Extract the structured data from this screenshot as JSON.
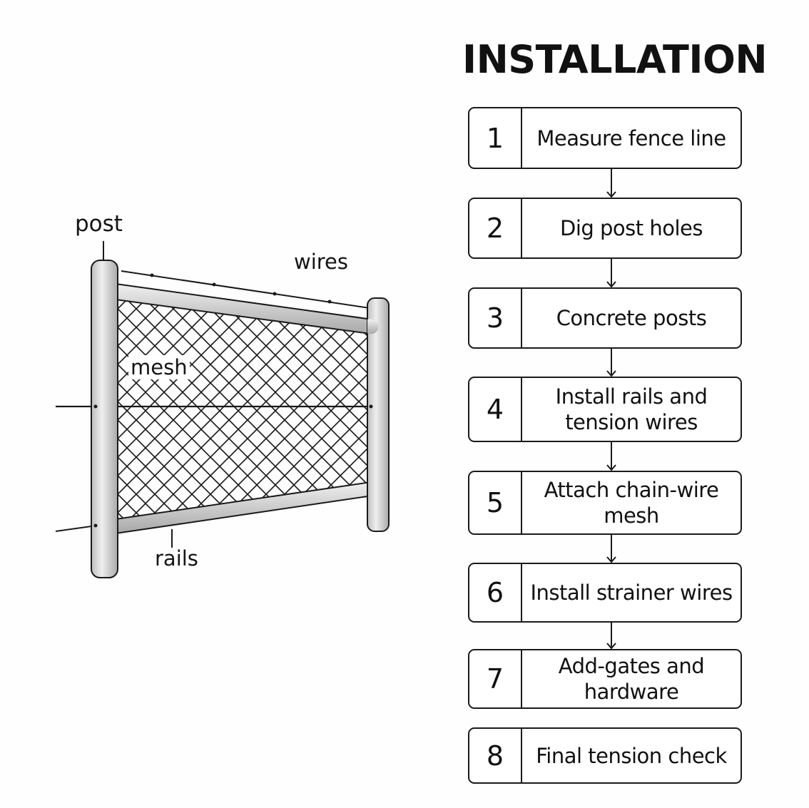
{
  "title": "INSTALLATION",
  "diagram_labels": {
    "post": "post",
    "wires": "wires",
    "mesh": "mesh",
    "rails": "rails"
  },
  "colors": {
    "stroke": "#1a1a1a",
    "post_fill": "#d8d8d8"
  },
  "steps": [
    {
      "number": "1",
      "label": "Measure fence line"
    },
    {
      "number": "2",
      "label": "Dig post holes"
    },
    {
      "number": "3",
      "label": "Concrete posts"
    },
    {
      "number": "4",
      "label": "Install rails and tension wires"
    },
    {
      "number": "5",
      "label": "Attach chain-wire mesh"
    },
    {
      "number": "6",
      "label": "Install strainer wires"
    },
    {
      "number": "7",
      "label": "Add-gates and hardware"
    },
    {
      "number": "8",
      "label": "Final tension check"
    }
  ]
}
